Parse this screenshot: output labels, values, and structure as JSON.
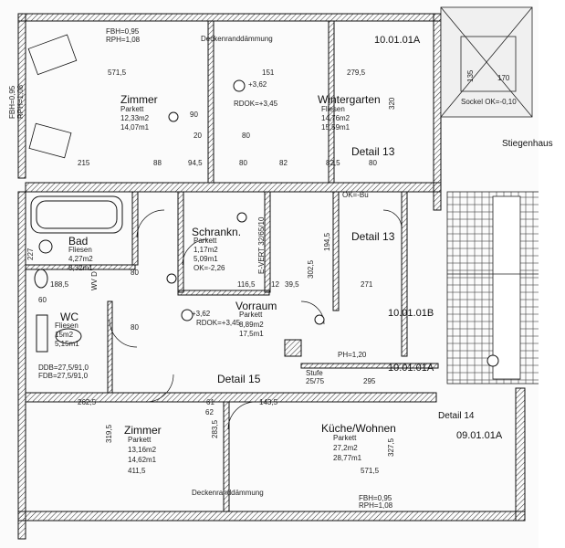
{
  "rooms": {
    "zimmer_top": {
      "name": "Zimmer",
      "floor": "Parkett",
      "area_m2": "12,33m2",
      "area_m1": "14,07m1"
    },
    "wintergarten": {
      "name": "Wintergarten",
      "floor": "Fliesen",
      "area_m2": "14,76m2",
      "area_m1": "15,59m1"
    },
    "bad": {
      "name": "Bad",
      "floor": "Fliesen",
      "area_m2": "4,27m2",
      "area_m1": "8,32m1"
    },
    "schrankn": {
      "name": "Schrankn.",
      "floor": "Parkett",
      "area_m2": "1,17m2",
      "area_m1": "5,09m1",
      "ok": "OK=-2,26"
    },
    "vorraum": {
      "name": "Vorraum",
      "floor": "Parkett",
      "area_m2": "8,89m2",
      "area_m1": "17,5m1"
    },
    "wc": {
      "name": "WC",
      "floor": "Fliesen",
      "area_m2": "15m2",
      "area_m1": "5,15m1"
    },
    "zimmer_bottom": {
      "name": "Zimmer",
      "floor": "Parkett",
      "area_m2": "13,16m2",
      "area_m1": "14,62m1"
    },
    "kueche": {
      "name": "Küche/Wohnen",
      "floor": "Parkett",
      "area_m2": "27,2m2",
      "area_m1": "28,77m1"
    },
    "stiegenhaus": {
      "name": "Stiegenhaus"
    }
  },
  "codes": {
    "c1": "10.01.01A",
    "c2": "10.01.01B",
    "c3": "10.01.01A",
    "c4": "09.01.01A"
  },
  "details": {
    "d13a": "Detail 13",
    "d13b": "Detail 13",
    "d15": "Detail 15",
    "d14": "Detail 14"
  },
  "notes": {
    "decken_top": "Deckenranddämmung",
    "decken_bottom": "Deckenranddämmung",
    "fbh_top": "FBH=0,95",
    "rph_top": "RPH=1,08",
    "fbh_left": "FBH=0,95",
    "rph_left": "RPH=1,08",
    "fbh_bot": "FBH=0,95",
    "rph_bot": "RPH=1,08",
    "sockel": "Sockel OK=-0,10",
    "rdok1": "RDOK=+3,45",
    "rdok2": "RDOK=+3,45",
    "lvl1": "+3,62",
    "lvl2": "+3,62",
    "wv": "WV D",
    "evert": "E-VERT 32/65/10",
    "ph": "PH=1,20",
    "stufe": "Stufe",
    "stufe_dim": "25/75",
    "ok_bu": "OK=-Bu",
    "ddb": "DDB=27,5/91,0",
    "fdb": "FDB=27,5/91,0",
    "dim_135": "135",
    "dim_170": "170"
  },
  "dims": {
    "top1": "571,5",
    "top2": "151",
    "top3": "279,5",
    "top4": "320",
    "r1_1": "215",
    "r1_2": "88",
    "r1_3": "94,5",
    "r1_4": "80",
    "r1_5": "82",
    "r1_6": "82,5",
    "r1_7": "80",
    "m1": "90",
    "m2": "20",
    "m3": "80",
    "s1": "116,5",
    "s2": "12",
    "s3": "39,5",
    "s4": "271",
    "v1": "194,5",
    "v2": "302,5",
    "b1": "262,5",
    "b2": "61",
    "b3": "143,5",
    "b4": "295",
    "bz": "411,5",
    "bk": "571,5",
    "b5": "60",
    "b6": "80",
    "b7": "80",
    "b8": "62",
    "side1": "319,5",
    "side2": "283,5",
    "side3": "327,5",
    "side4": "227",
    "side5": "188,5"
  }
}
